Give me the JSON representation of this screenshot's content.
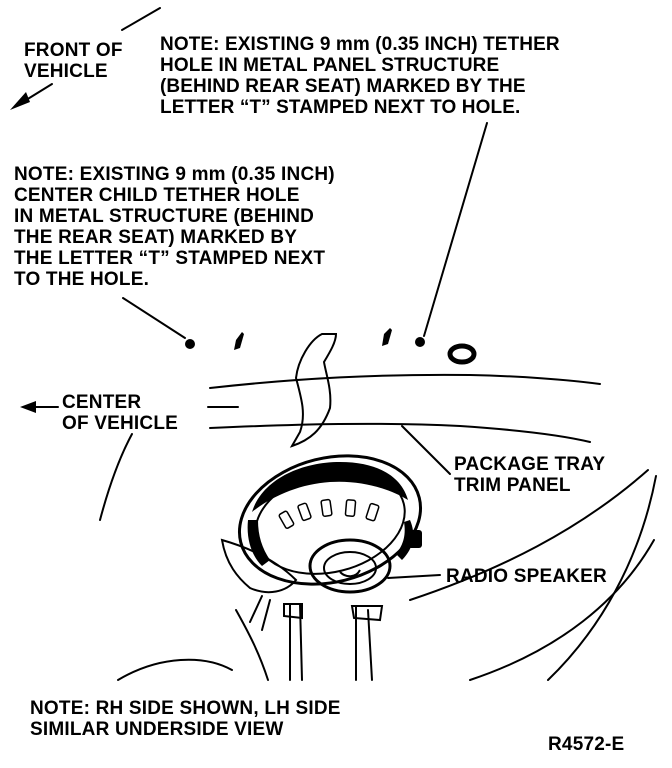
{
  "front_of_vehicle": [
    "FRONT OF",
    "VEHICLE"
  ],
  "note_tether": [
    "NOTE: EXISTING 9 mm (0.35 INCH) TETHER",
    "HOLE IN METAL PANEL STRUCTURE",
    "(BEHIND REAR SEAT) MARKED BY THE",
    "LETTER “T” STAMPED NEXT TO HOLE."
  ],
  "note_center_tether": [
    "NOTE: EXISTING 9 mm (0.35 INCH)",
    "CENTER CHILD TETHER HOLE",
    "IN METAL STRUCTURE (BEHIND",
    "THE REAR SEAT) MARKED BY",
    "THE LETTER “T” STAMPED NEXT",
    "TO THE HOLE."
  ],
  "center_of_vehicle": [
    "CENTER",
    "OF VEHICLE"
  ],
  "package_tray": [
    "PACKAGE TRAY",
    "TRIM PANEL"
  ],
  "radio_speaker": "RADIO SPEAKER",
  "note_side": [
    "NOTE: RH SIDE SHOWN, LH SIDE",
    "SIMILAR UNDERSIDE VIEW"
  ],
  "figure_id": "R4572-E"
}
